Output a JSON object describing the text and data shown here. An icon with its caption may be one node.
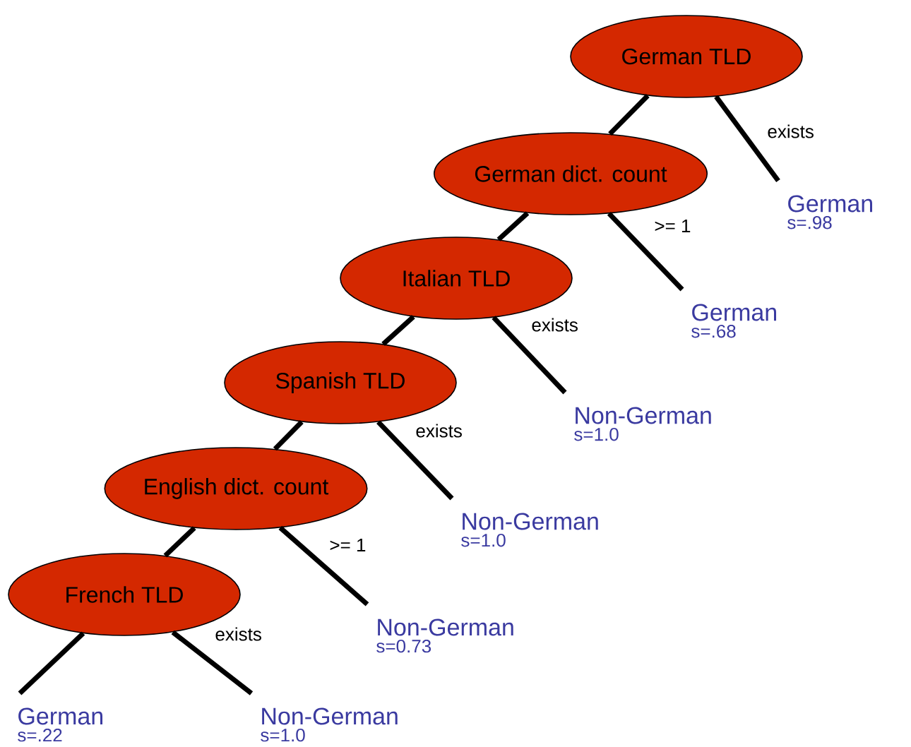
{
  "diagram": {
    "nodes": [
      {
        "text": [
          "German TLD"
        ]
      },
      {
        "text": [
          "German",
          "s=.98"
        ]
      },
      {
        "text": [
          "German dict. count"
        ]
      },
      {
        "text": [
          "German",
          "s=.68"
        ]
      },
      {
        "text": [
          "Italian TLD"
        ]
      },
      {
        "text": [
          "Non-German",
          "s=1.0"
        ]
      },
      {
        "text": [
          "Spanish TLD"
        ]
      },
      {
        "text": [
          "Non-German",
          "s=1.0"
        ]
      },
      {
        "text": [
          "English dict. count"
        ]
      },
      {
        "text": [
          "Non-German",
          "s=0.73"
        ]
      },
      {
        "text": [
          "French TLD"
        ]
      },
      {
        "text": [
          "German",
          "s=.22"
        ]
      },
      {
        "text": [
          "Non-German",
          "s=1.0"
        ]
      }
    ],
    "edges": [
      {
        "from": 0,
        "to": 2,
        "arrow": "none"
      },
      {
        "from": 0,
        "to": 1,
        "arrow": "none",
        "label": "exists"
      },
      {
        "from": 2,
        "to": 4,
        "arrow": "none"
      },
      {
        "from": 2,
        "to": 3,
        "arrow": "none",
        "label": ">= 1"
      },
      {
        "from": 4,
        "to": 6,
        "arrow": "none"
      },
      {
        "from": 4,
        "to": 5,
        "arrow": "none",
        "label": "exists"
      },
      {
        "from": 6,
        "to": 8,
        "arrow": "none"
      },
      {
        "from": 6,
        "to": 7,
        "arrow": "none",
        "label": "exists"
      },
      {
        "from": 8,
        "to": 10,
        "arrow": "none"
      },
      {
        "from": 8,
        "to": 9,
        "arrow": "none",
        "label": ">= 1"
      },
      {
        "from": 10,
        "to": 11,
        "arrow": "none"
      },
      {
        "from": 10,
        "to": 12,
        "arrow": "none",
        "label": "exists"
      }
    ]
  }
}
